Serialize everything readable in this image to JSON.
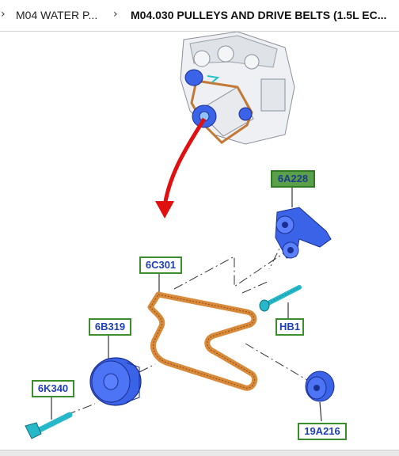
{
  "breadcrumb": {
    "items": [
      {
        "label": "M04 WATER P..."
      },
      {
        "label": "M04.030 PULLEYS AND DRIVE BELTS (1.5L EC..."
      }
    ]
  },
  "parts": {
    "p6A228": "6A228",
    "p6C301": "6C301",
    "pHB1": "HB1",
    "p6B319": "6B319",
    "p6K340": "6K340",
    "p19A216": "19A216"
  },
  "colors": {
    "belt": "#d98a3a",
    "part_blue": "#3b63e8",
    "label_border": "#3a8f2c",
    "arrow": "#e01010"
  }
}
